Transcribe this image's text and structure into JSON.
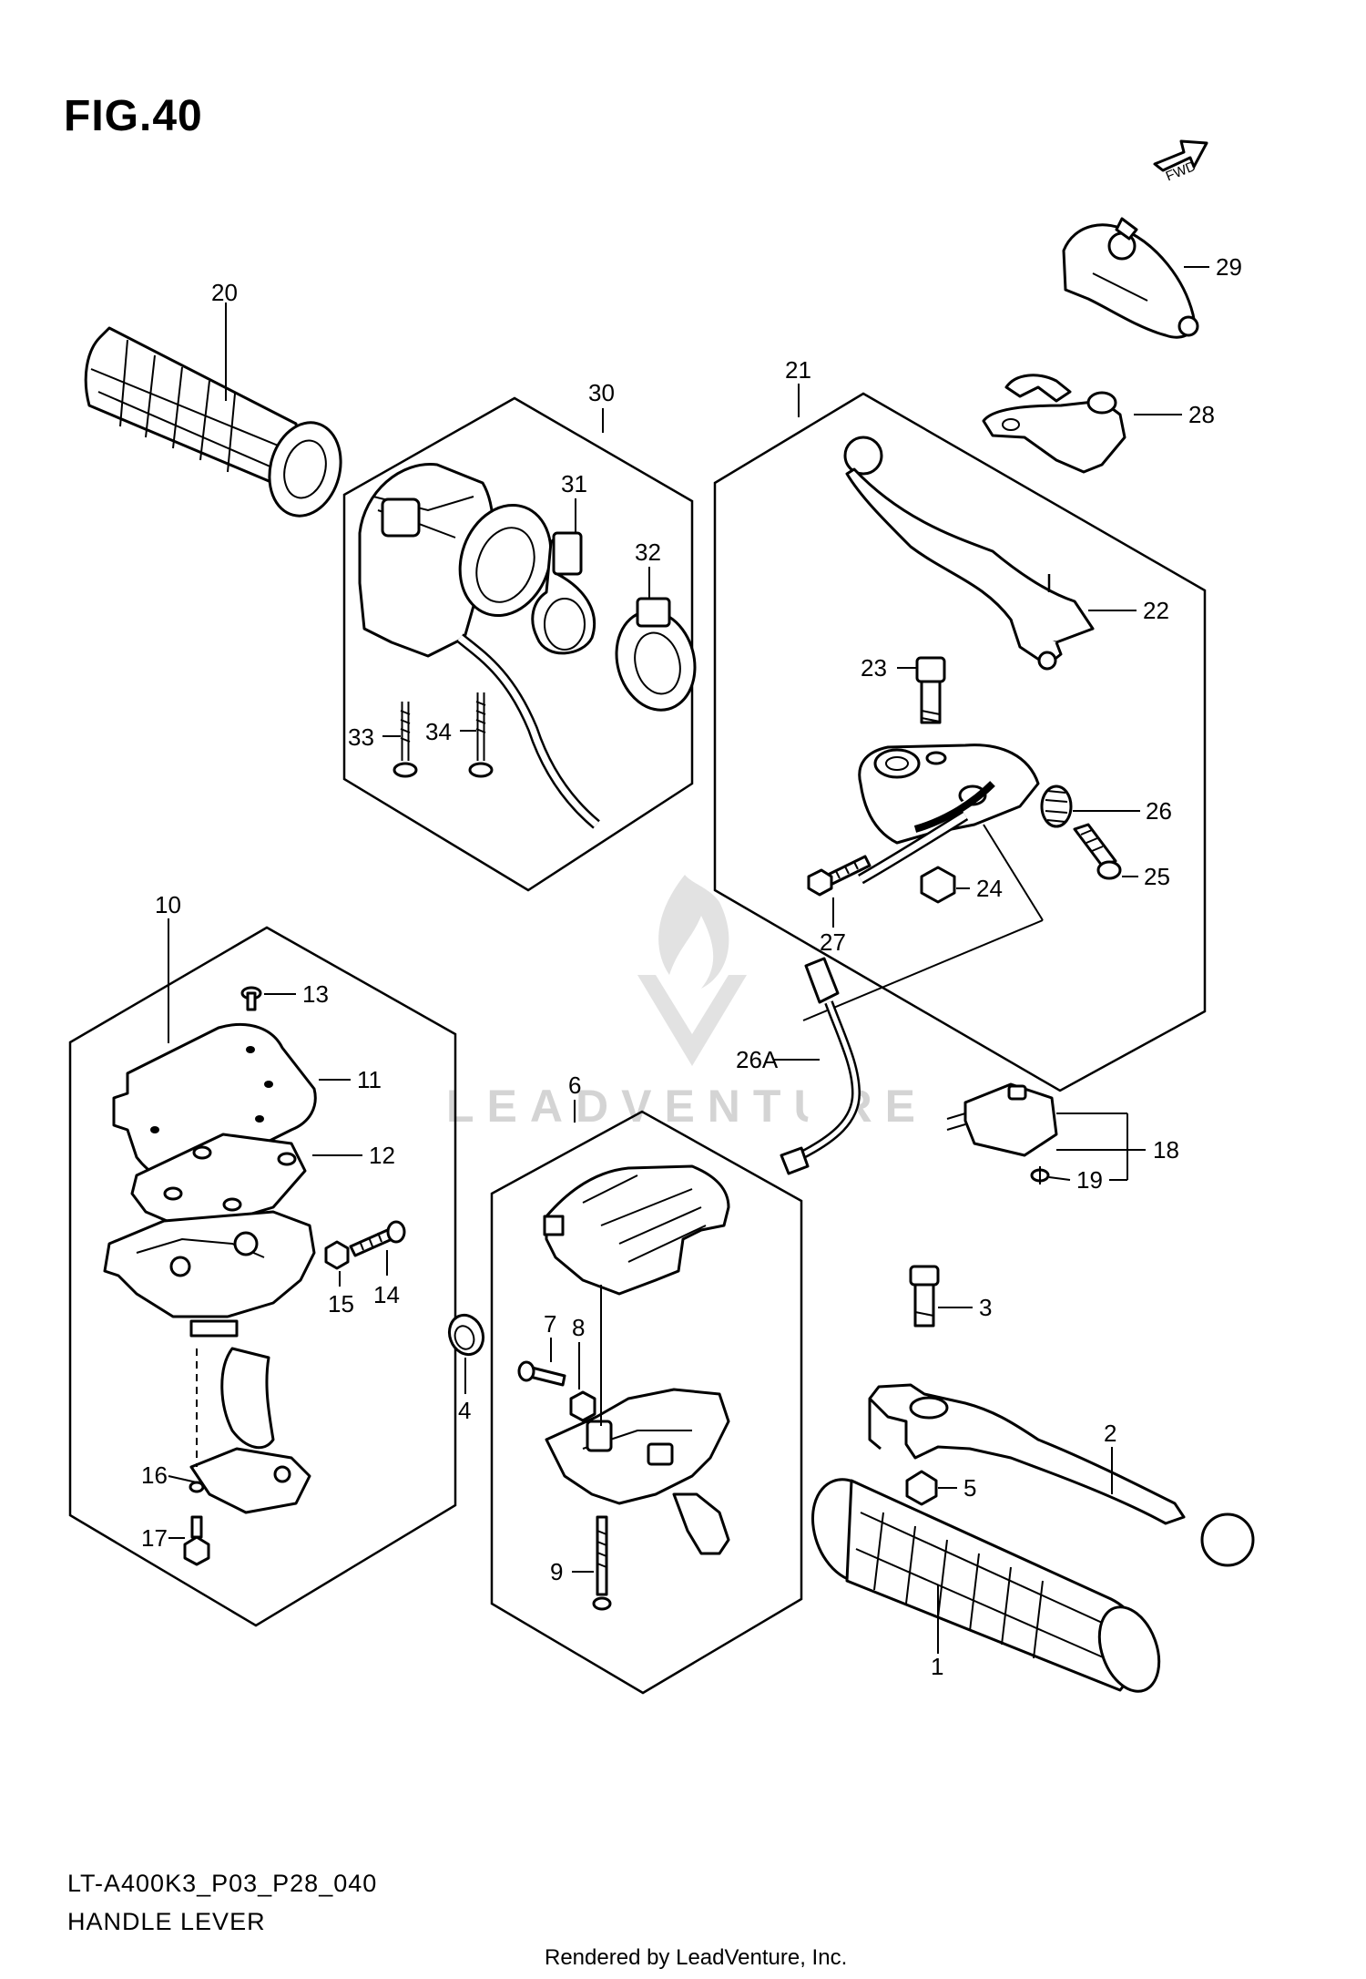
{
  "figure": {
    "title": "FIG.40",
    "model_code": "LT-A400K3_P03_P28_040",
    "section_name": "HANDLE LEVER",
    "credit": "Rendered by LeadVenture, Inc.",
    "watermark": "LEADVENTURE",
    "fwd_label": "FWD"
  },
  "callouts": [
    "20",
    "30",
    "31",
    "32",
    "33",
    "34",
    "21",
    "22",
    "23",
    "26",
    "25",
    "24",
    "27",
    "29",
    "28",
    "10",
    "13",
    "11",
    "12",
    "14",
    "15",
    "16",
    "17",
    "6",
    "7",
    "8",
    "9",
    "4",
    "26A",
    "18",
    "19",
    "3",
    "2",
    "5",
    "1"
  ],
  "colors": {
    "line": "#000000",
    "background": "#ffffff",
    "watermark": "#d4d4d4"
  }
}
